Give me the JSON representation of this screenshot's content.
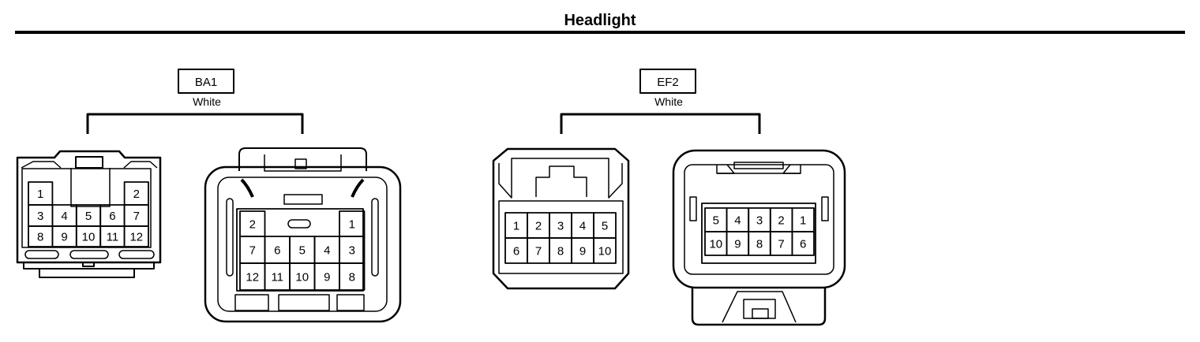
{
  "title": "Headlight",
  "connectors": [
    {
      "code": "BA1",
      "color": "White",
      "female_view": {
        "rows": [
          [
            "1",
            "",
            "",
            "",
            "2"
          ],
          [
            "3",
            "4",
            "5",
            "6",
            "7"
          ],
          [
            "8",
            "9",
            "10",
            "11",
            "12"
          ]
        ]
      },
      "male_view": {
        "rows": [
          [
            "2",
            "",
            "",
            "",
            "1"
          ],
          [
            "7",
            "6",
            "5",
            "4",
            "3"
          ],
          [
            "12",
            "11",
            "10",
            "9",
            "8"
          ]
        ]
      }
    },
    {
      "code": "EF2",
      "color": "White",
      "female_view": {
        "rows": [
          [
            "1",
            "2",
            "3",
            "4",
            "5"
          ],
          [
            "6",
            "7",
            "8",
            "9",
            "10"
          ]
        ]
      },
      "male_view": {
        "rows": [
          [
            "5",
            "4",
            "3",
            "2",
            "1"
          ],
          [
            "10",
            "9",
            "8",
            "7",
            "6"
          ]
        ]
      }
    }
  ]
}
